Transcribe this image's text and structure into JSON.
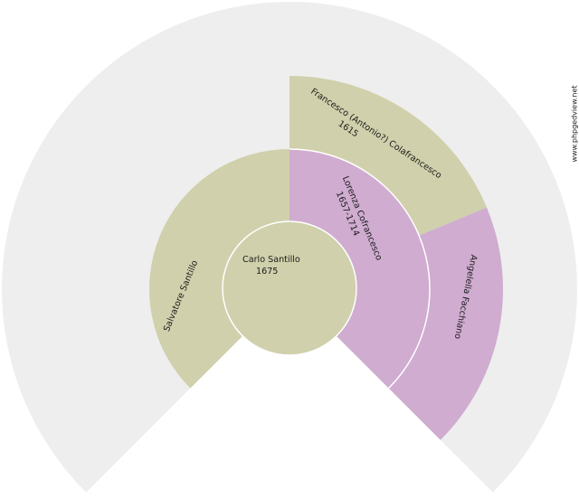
{
  "colors": {
    "male": "#D0D0AC",
    "female": "#D0ACD0",
    "empty": "#EEEEEE",
    "separator": "#FFFFFF",
    "text": "#1A1A1A"
  },
  "fan": {
    "root": {
      "name": "Carlo Santillo",
      "dates": "1675",
      "sex": "male"
    },
    "parents": {
      "father": {
        "name": "Salvatore Santillo",
        "dates": "",
        "sex": "male"
      },
      "mother": {
        "name": "Lorenza Cofrancesco",
        "dates": "1657-1714",
        "sex": "female"
      }
    },
    "grandparents": {
      "paternal_grandfather": {
        "empty": true
      },
      "paternal_grandmother": {
        "empty": true
      },
      "maternal_grandfather": {
        "name": "Francesco (Antonio?) Colafrancesco",
        "dates": "1615",
        "sex": "male"
      },
      "maternal_grandmother": {
        "name": "Angelella Facchiano",
        "dates": "",
        "sex": "female"
      }
    },
    "great_grandparents": {
      "empty": true
    }
  },
  "watermark": "www.phpgedview.net"
}
